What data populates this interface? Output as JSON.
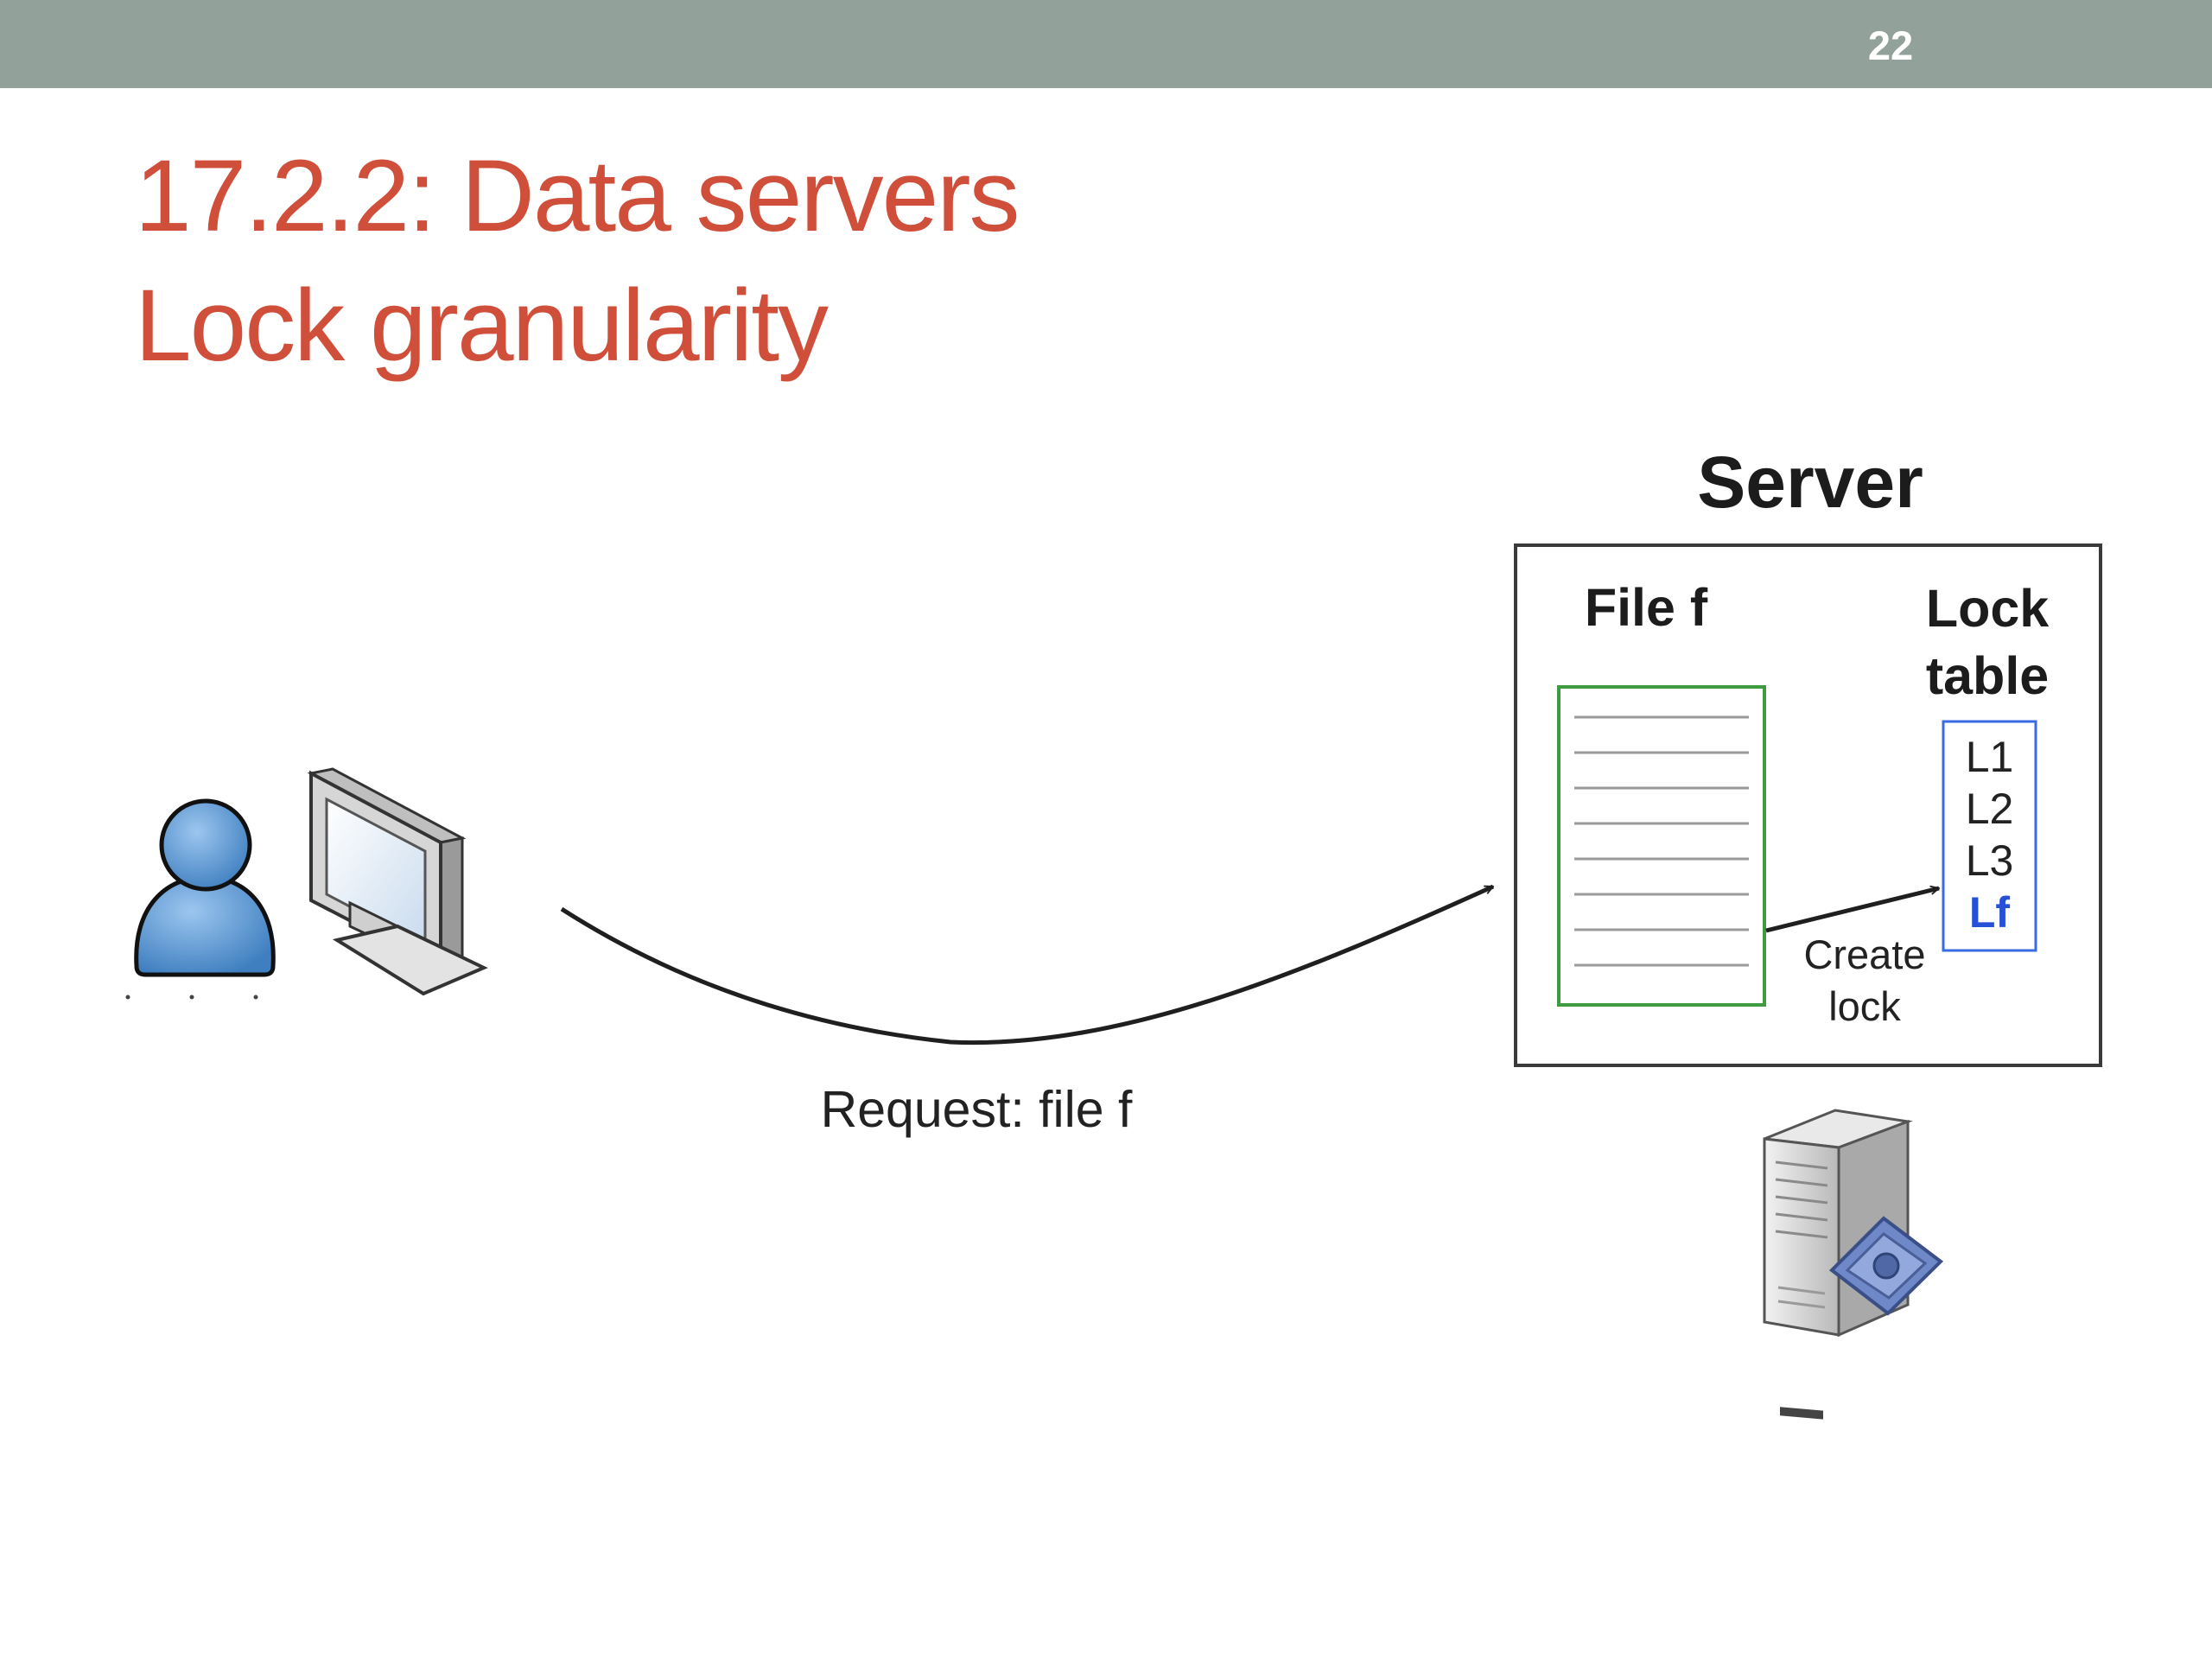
{
  "slide": {
    "number": "22",
    "title_line1": "17.2.2: Data servers",
    "title_line2": "Lock granularity"
  },
  "diagram": {
    "request_label": "Request: file f",
    "server_title": "Server",
    "file_title": "File f",
    "lock_table_title_line1": "Lock",
    "lock_table_title_line2": "table",
    "lock_entries": [
      "L1",
      "L2",
      "L3",
      "Lf"
    ],
    "create_lock_line1": "Create",
    "create_lock_line2": "lock"
  },
  "icons": {
    "client": "user-at-computer-icon",
    "server": "server-tower-icon"
  },
  "colors": {
    "top_bar": "#92a19a",
    "title": "#d04f3a",
    "file_border": "#3f9b3f",
    "lock_table_border": "#3a6be0",
    "highlight_entry": "#2650d8",
    "user_icon": "#5b95cf"
  }
}
